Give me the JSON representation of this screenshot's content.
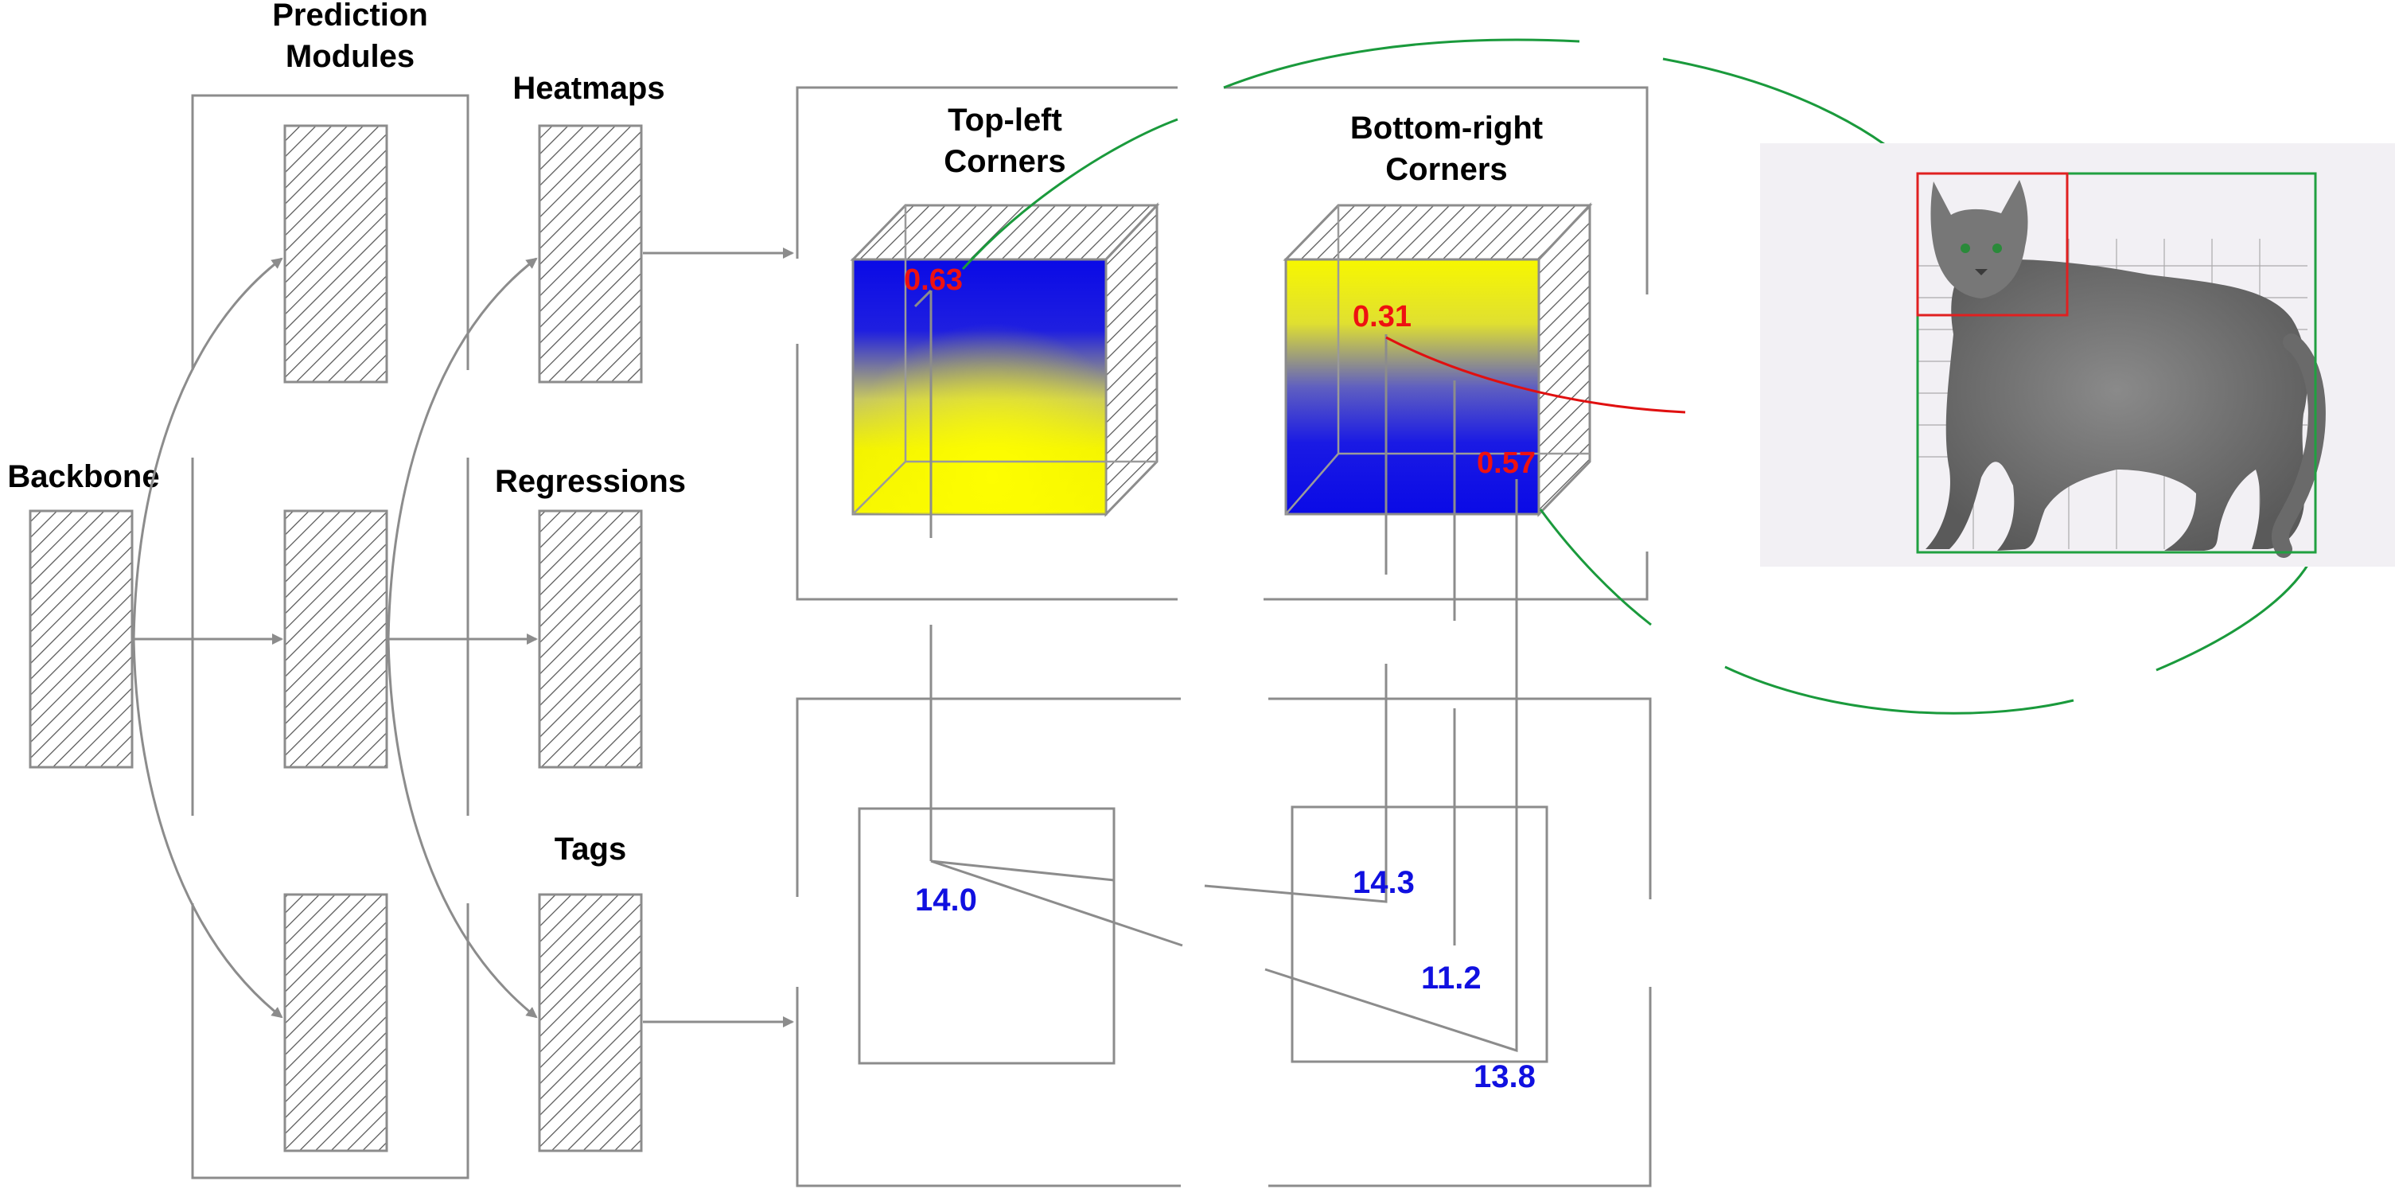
{
  "labels": {
    "backbone": "Backbone",
    "prediction_line1": "Prediction",
    "prediction_line2": "Modules",
    "heatmaps": "Heatmaps",
    "regressions": "Regressions",
    "tags": "Tags",
    "topleft_line1": "Top-left",
    "topleft_line2": "Corners",
    "bottomright_line1": "Bottom-right",
    "bottomright_line2": "Corners"
  },
  "scores": {
    "topleft": "0.63",
    "bottomright_a": "0.31",
    "bottomright_b": "0.57"
  },
  "tag_values": {
    "topleft": "14.0",
    "bottomright_a": "14.3",
    "bottomright_b": "11.2",
    "bottomright_c": "13.8"
  },
  "colors": {
    "score_text": "#ee1111",
    "tag_text": "#1010e0",
    "heatmap_blue": "#0a0ae6",
    "heatmap_yellow": "#f5f500",
    "connector_green": "#1a9a3c",
    "connector_red": "#e01010",
    "cat_box_red": "#e02020",
    "cat_box_green": "#20a040",
    "line_gray": "#8c8c8c"
  }
}
